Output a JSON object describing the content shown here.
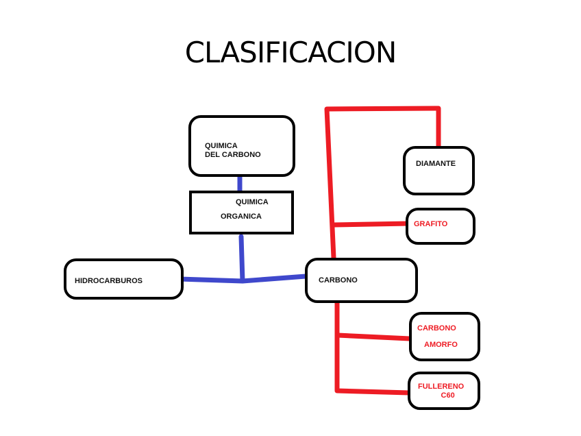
{
  "title": "CLASIFICACION",
  "colors": {
    "blue": "#3f48cc",
    "red": "#ed1c24",
    "border": "#000000"
  },
  "nodes": {
    "quimica_carbono": {
      "line1": "QUIMICA",
      "line2": "DEL CARBONO"
    },
    "quimica_organica": {
      "line1": "QUIMICA",
      "line2": "ORGANICA"
    },
    "hidrocarburos": {
      "label": "HIDROCARBUROS"
    },
    "carbono": {
      "label": "CARBONO"
    },
    "diamante": {
      "label": "DIAMANTE"
    },
    "grafito": {
      "label": "GRAFITO"
    },
    "carbono_amorfo": {
      "line1": "CARBONO",
      "line2": "AMORFO"
    },
    "fullereno": {
      "line1": "FULLERENO",
      "line2": "C60"
    }
  }
}
